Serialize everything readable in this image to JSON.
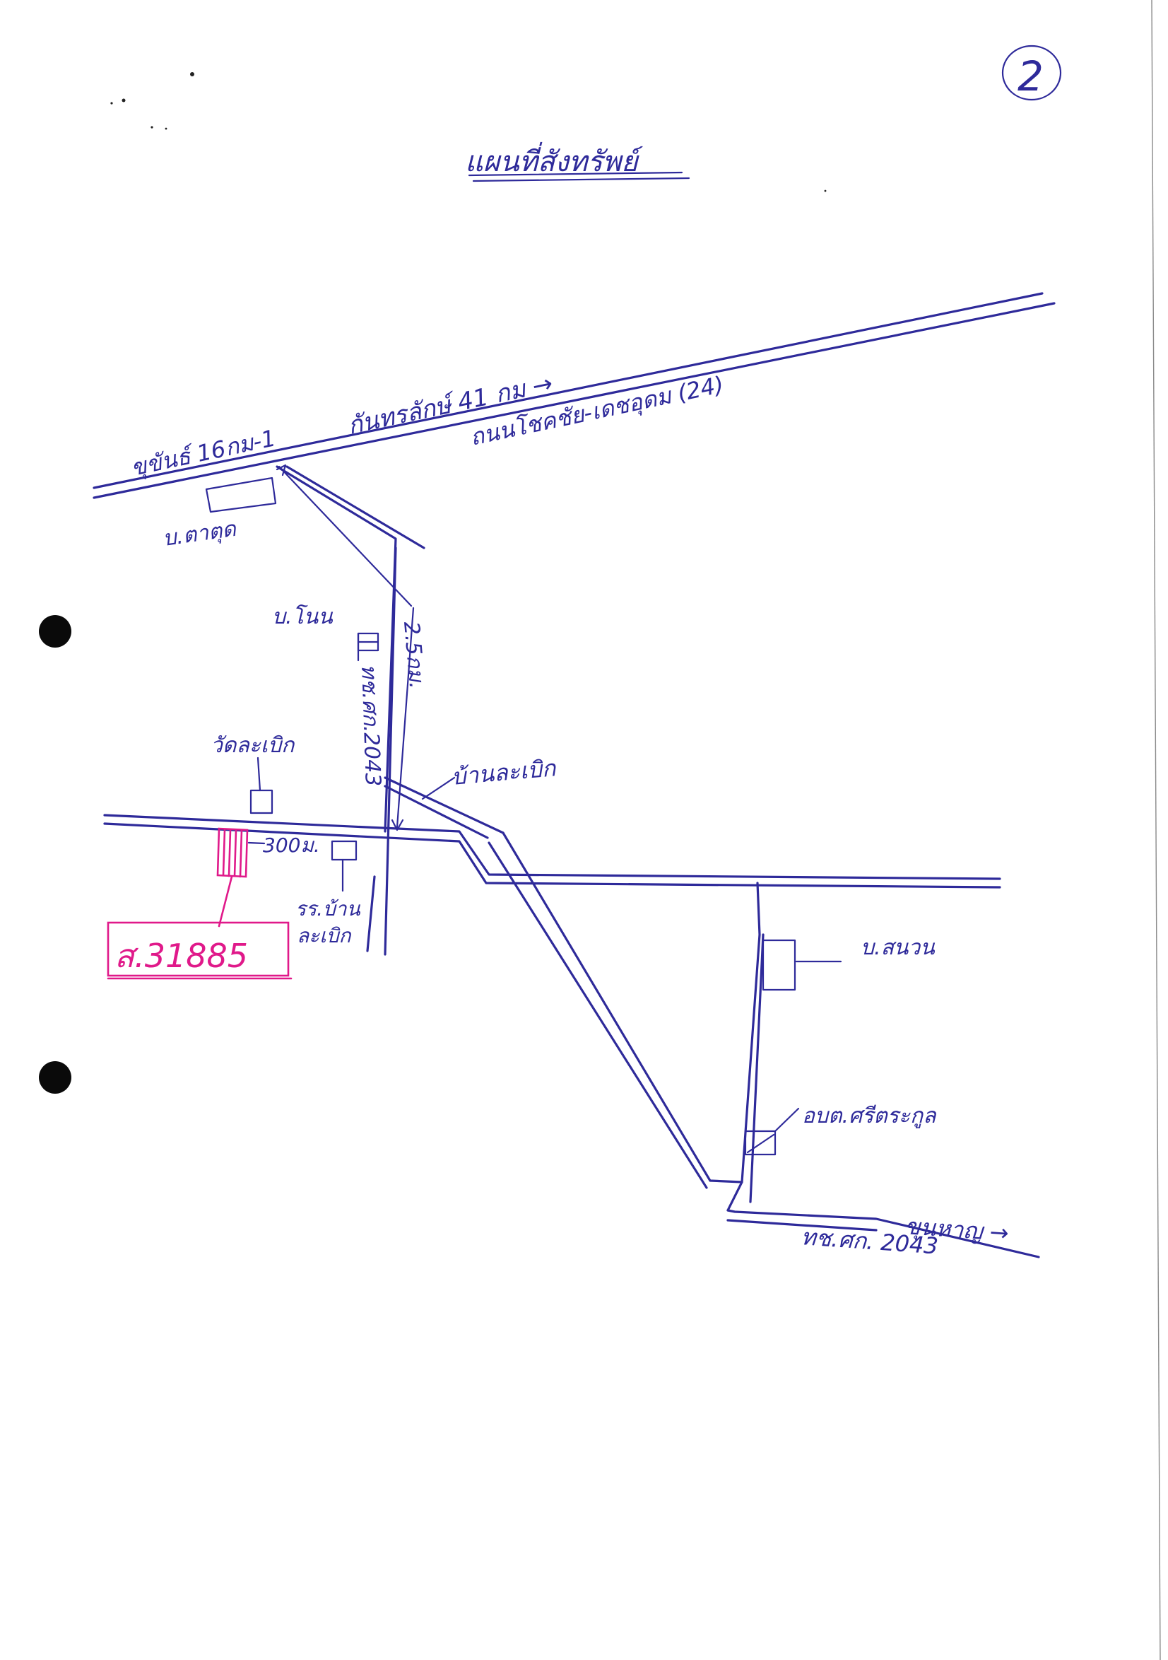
{
  "page_number": "2",
  "title": "แผนที่สังทรัพย์",
  "labels": {
    "main_road_start": "ขุขันธ์ 16กม-1",
    "main_road_dist": "กันทรลักษ์ 41 กม →",
    "main_road_name": "ถนนโชคชัย-เดชอุดม (24)",
    "ban_tatut": "บ.ตาตุด",
    "ban_non": "บ.โนน",
    "distance_25km": "2.5กม.",
    "road_2043_north": "ทช.ศก.2043",
    "wat_lapoek": "วัดละเบิก",
    "ban_lapoek": "บ้านละเบิก",
    "dist_300m": "300ม.",
    "school_line1": "รร.บ้าน",
    "school_line2": "ละเบิก",
    "parcel": "ส.31885",
    "ban_sanuan": "บ.สนวน",
    "obt": "อบต.ศรีตระกูล",
    "to_khunhan": "ขุนหาญ →",
    "road_2043_south": "ทช.ศก. 2043"
  }
}
